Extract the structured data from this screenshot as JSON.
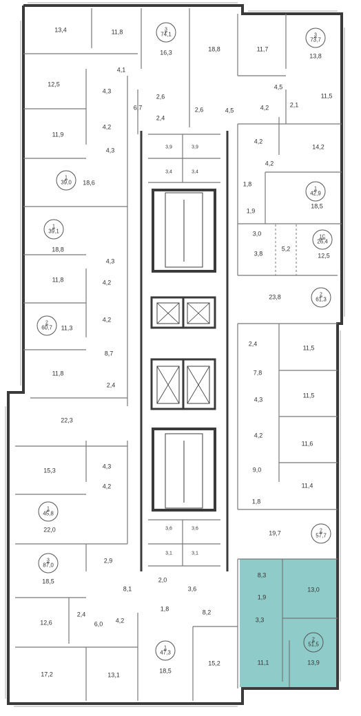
{
  "colors": {
    "wall": "#3a3a3a",
    "line": "#777",
    "highlight": "#8fcbc8"
  },
  "rooms": [
    {
      "text": "13,4"
    },
    {
      "text": "11,8"
    },
    {
      "text": "16,3"
    },
    {
      "text": "18,8"
    },
    {
      "text": "11,7"
    },
    {
      "text": "13,8"
    },
    {
      "text": "4,1"
    },
    {
      "text": "4,5"
    },
    {
      "text": "12,5"
    },
    {
      "text": "4,3"
    },
    {
      "text": "4,2"
    },
    {
      "text": "6,7"
    },
    {
      "text": "2,6"
    },
    {
      "text": "2,4"
    },
    {
      "text": "2,6"
    },
    {
      "text": "4,5"
    },
    {
      "text": "4,2"
    },
    {
      "text": "2,1"
    },
    {
      "text": "11,5"
    },
    {
      "text": "11,9"
    },
    {
      "text": "4,3"
    },
    {
      "text": "3,9"
    },
    {
      "text": "3,9"
    },
    {
      "text": "4,2"
    },
    {
      "text": "14,2"
    },
    {
      "text": "3,4"
    },
    {
      "text": "3,4"
    },
    {
      "text": "4,2"
    },
    {
      "text": "18,6"
    },
    {
      "text": "1,8"
    },
    {
      "text": "18,5"
    },
    {
      "text": "1,9"
    },
    {
      "text": "18,8"
    },
    {
      "text": "3,0"
    },
    {
      "text": "5,2"
    },
    {
      "text": "3,8"
    },
    {
      "text": "12,5"
    },
    {
      "text": "4,3"
    },
    {
      "text": "11,8"
    },
    {
      "text": "4,2"
    },
    {
      "text": "23,8"
    },
    {
      "text": "4,2"
    },
    {
      "text": "11,3"
    },
    {
      "text": "11,5"
    },
    {
      "text": "2,4"
    },
    {
      "text": "8,7"
    },
    {
      "text": "11,8"
    },
    {
      "text": "7,8"
    },
    {
      "text": "2,4"
    },
    {
      "text": "11,5"
    },
    {
      "text": "4,3"
    },
    {
      "text": "22,3"
    },
    {
      "text": "4,2"
    },
    {
      "text": "11,6"
    },
    {
      "text": "4,3"
    },
    {
      "text": "15,3"
    },
    {
      "text": "9,0"
    },
    {
      "text": "4,2"
    },
    {
      "text": "11,4"
    },
    {
      "text": "1,8"
    },
    {
      "text": "22,0"
    },
    {
      "text": "3,6"
    },
    {
      "text": "3,6"
    },
    {
      "text": "19,7"
    },
    {
      "text": "3,1"
    },
    {
      "text": "3,1"
    },
    {
      "text": "2,9"
    },
    {
      "text": "18,5"
    },
    {
      "text": "8,3"
    },
    {
      "text": "13,0"
    },
    {
      "text": "8,1"
    },
    {
      "text": "2,0"
    },
    {
      "text": "3,6"
    },
    {
      "text": "1,9"
    },
    {
      "text": "8,2"
    },
    {
      "text": "1,8"
    },
    {
      "text": "3,3"
    },
    {
      "text": "12,6"
    },
    {
      "text": "2,4"
    },
    {
      "text": "6,0"
    },
    {
      "text": "4,2"
    },
    {
      "text": "15,2"
    },
    {
      "text": "11,1"
    },
    {
      "text": "13,9"
    },
    {
      "text": "17,2"
    },
    {
      "text": "13,1"
    },
    {
      "text": "18,5"
    }
  ],
  "apartments": [
    {
      "rooms": "3",
      "area": "74,1",
      "highlight": false
    },
    {
      "rooms": "3",
      "area": "73,7",
      "highlight": false
    },
    {
      "rooms": "1",
      "area": "39,0",
      "highlight": false
    },
    {
      "rooms": "1",
      "area": "42,9",
      "highlight": false
    },
    {
      "rooms": "1",
      "area": "39,1",
      "highlight": false
    },
    {
      "rooms": "1C",
      "area": "26,4",
      "highlight": false
    },
    {
      "rooms": "2",
      "area": "61,3",
      "highlight": false
    },
    {
      "rooms": "2",
      "area": "60,7",
      "highlight": false
    },
    {
      "rooms": "1",
      "area": "45,8",
      "highlight": false
    },
    {
      "rooms": "2",
      "area": "57,7",
      "highlight": false
    },
    {
      "rooms": "3",
      "area": "87,0",
      "highlight": false
    },
    {
      "rooms": "1",
      "area": "47,3",
      "highlight": false
    },
    {
      "rooms": "2",
      "area": "51,5",
      "highlight": true
    }
  ]
}
